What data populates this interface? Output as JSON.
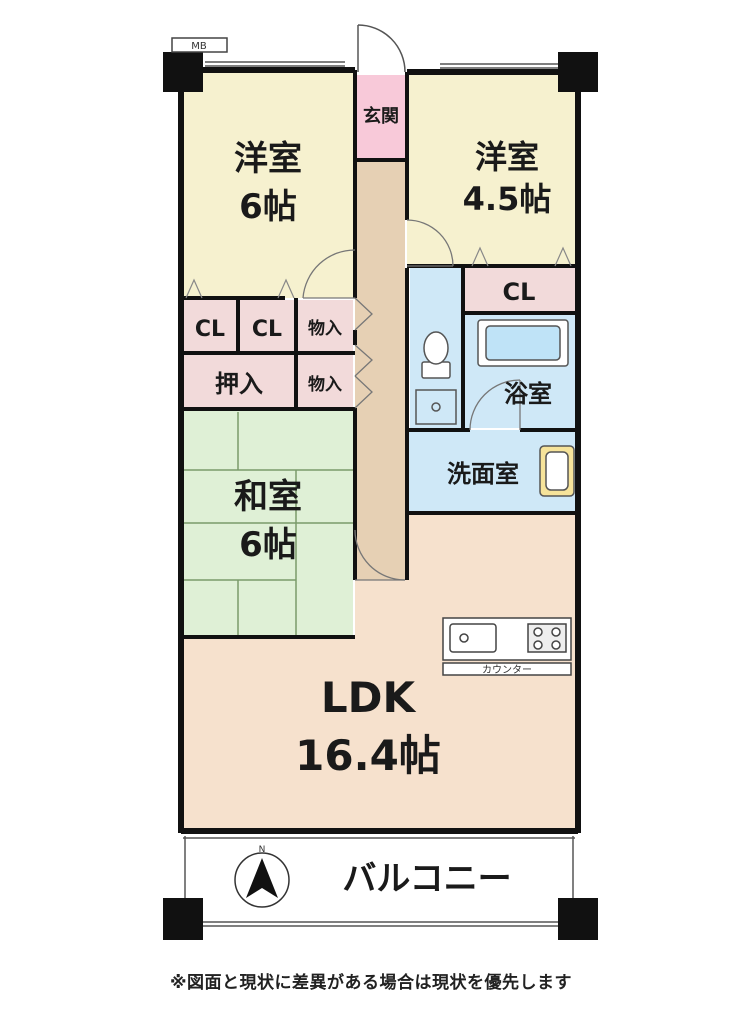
{
  "rooms": {
    "western_room_1": {
      "name": "洋室",
      "size": "6帖"
    },
    "western_room_2": {
      "name": "洋室",
      "size": "4.5帖"
    },
    "entrance": "玄関",
    "closet_1": "CL",
    "closet_2": "CL",
    "closet_3": "CL",
    "storage_1": "物入",
    "storage_2": "物入",
    "oshiire": "押入",
    "bathroom": "浴室",
    "washroom": "洗面室",
    "japanese_room": {
      "name": "和室",
      "size": "6帖"
    },
    "ldk": {
      "name": "LDK",
      "size": "16.4帖"
    },
    "counter": "カウンター",
    "balcony": "バルコニー",
    "meter_box": "MB"
  },
  "compass": {
    "label": "N"
  },
  "note": "※図面と現状に差異がある場合は現状を優先します",
  "colors": {
    "western_room": "#f6f1cf",
    "entrance": "#f8c9d9",
    "corridor": "#e6d0b4",
    "storage": "#f2dada",
    "wet_area": "#cfe8f7",
    "japanese_room": "#dff0d6",
    "ldk": "#f6e1cd",
    "wall": "#111111"
  }
}
